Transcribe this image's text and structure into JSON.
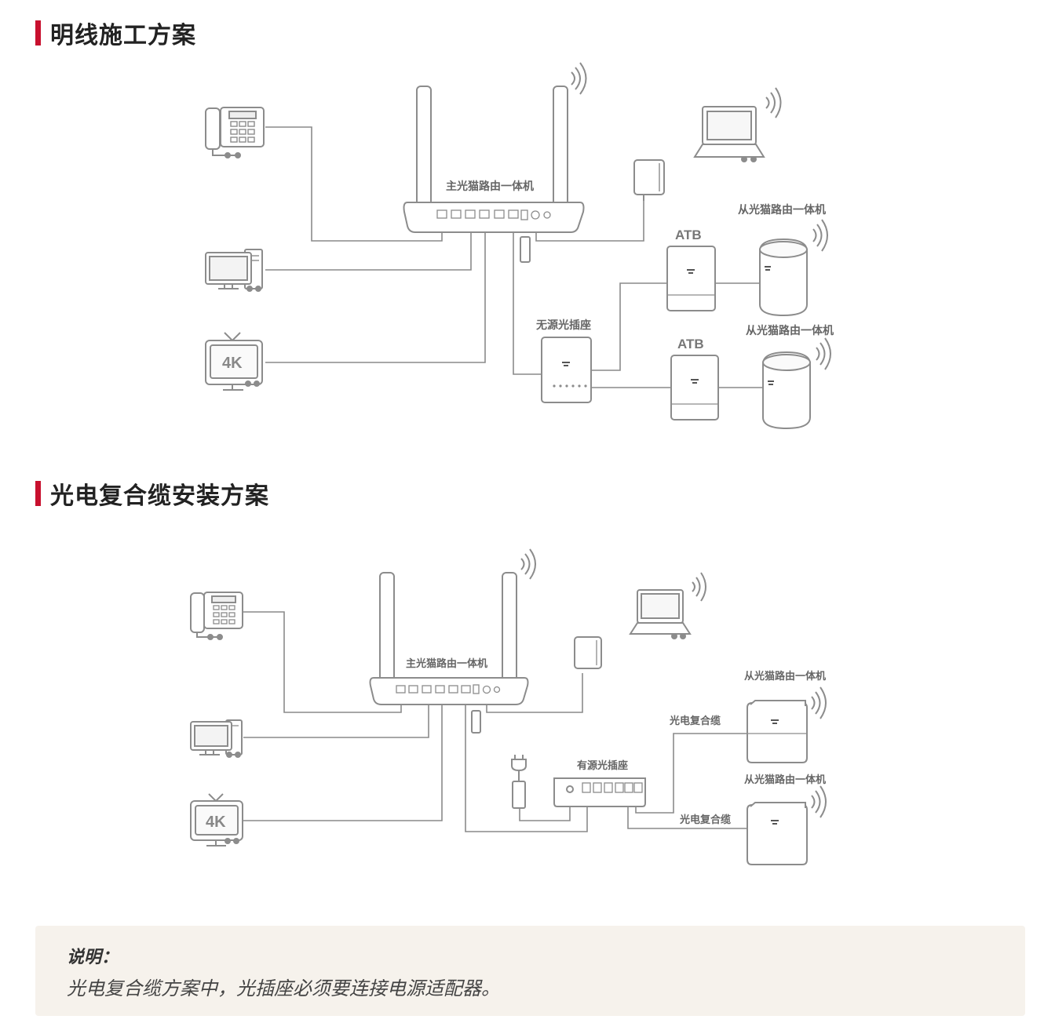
{
  "sections": [
    {
      "title": "明线施工方案",
      "labels": {
        "main_unit": "主光猫路由一体机",
        "passive_socket": "无源光插座",
        "atb_1": "ATB",
        "atb_2": "ATB",
        "slave_1": "从光猫路由一体机",
        "slave_2": "从光猫路由一体机",
        "tv": "4K"
      }
    },
    {
      "title": "光电复合缆安装方案",
      "labels": {
        "main_unit": "主光猫路由一体机",
        "active_socket": "有源光插座",
        "cable_1": "光电复合缆",
        "cable_2": "光电复合缆",
        "slave_1": "从光猫路由一体机",
        "slave_2": "从光猫路由一体机",
        "tv": "4K"
      }
    }
  ],
  "note": {
    "title": "说明：",
    "text": "光电复合缆方案中，光插座必须要连接电源适配器。"
  },
  "colors": {
    "accent": "#c8102e",
    "line": "#8a8a8a",
    "device_stroke": "#8c8c8c",
    "note_bg": "#f6f2ec"
  }
}
